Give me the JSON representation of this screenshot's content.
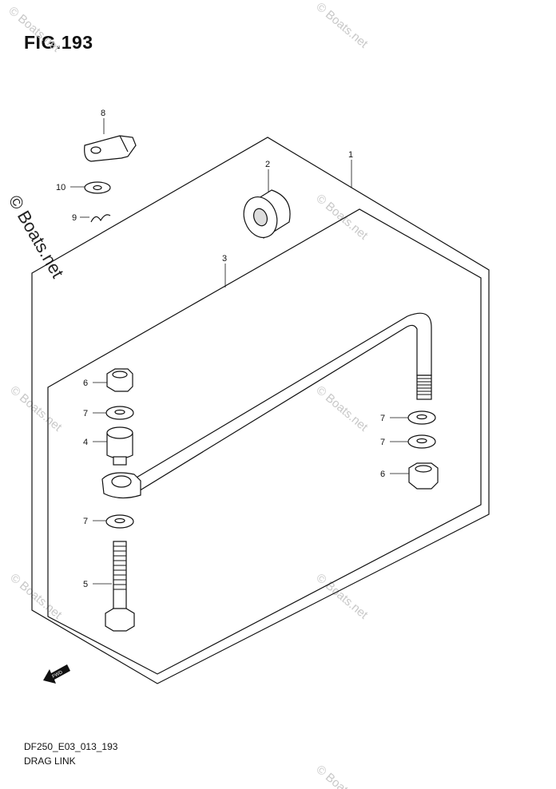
{
  "figure": {
    "title": "FIG.193",
    "code": "DF250_E03_013_193",
    "name": "DRAG LINK"
  },
  "callouts": [
    {
      "id": "c1",
      "label": "1"
    },
    {
      "id": "c2",
      "label": "2"
    },
    {
      "id": "c3",
      "label": "3"
    },
    {
      "id": "c4",
      "label": "4"
    },
    {
      "id": "c5",
      "label": "5"
    },
    {
      "id": "c6a",
      "label": "6"
    },
    {
      "id": "c6b",
      "label": "6"
    },
    {
      "id": "c7a",
      "label": "7"
    },
    {
      "id": "c7b",
      "label": "7"
    },
    {
      "id": "c7c",
      "label": "7"
    },
    {
      "id": "c7d",
      "label": "7"
    },
    {
      "id": "c8",
      "label": "8"
    },
    {
      "id": "c9",
      "label": "9"
    },
    {
      "id": "c10",
      "label": "10"
    }
  ],
  "fwd_label": "FWD",
  "watermark": "© Boats.net"
}
